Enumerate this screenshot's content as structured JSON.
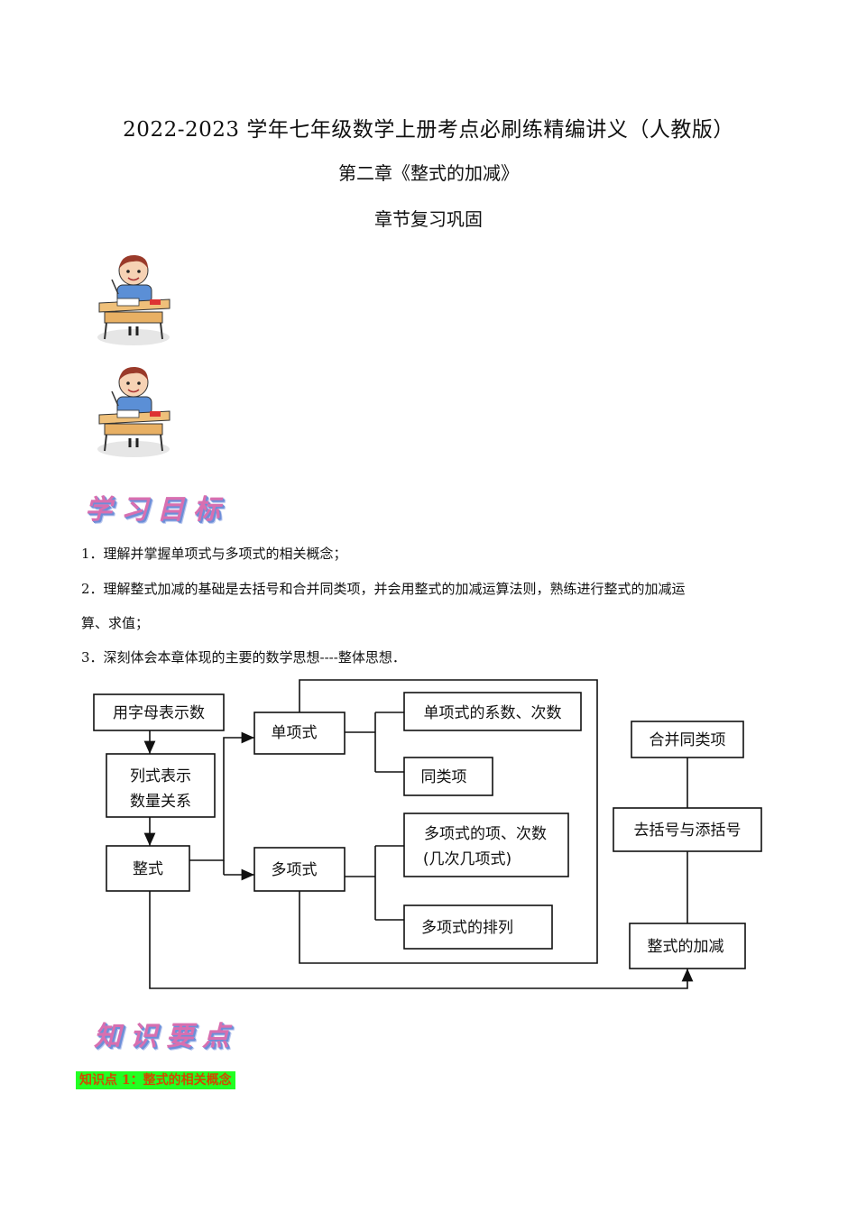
{
  "title": "2022-2023 学年七年级数学上册考点必刷练精编讲义（人教版）",
  "chapter": "第二章《整式的加减》",
  "section": "章节复习巩固",
  "heading_goals": "学习目标",
  "heading_knowledge": "知识要点",
  "objectives": [
    "1．理解并掌握单项式与多项式的相关概念；",
    "2．理解整式加减的基础是去括号和合并同类项，并会用整式的加减运算法则，熟练进行整式的加减运",
    "算、求值；",
    "3．深刻体会本章体现的主要的数学思想----整体思想．"
  ],
  "diagram": {
    "use_letters": "用字母表示数",
    "list_line1": "列式表示",
    "list_line2": "数量关系",
    "polynomial_expr": "整式",
    "monomial": "单项式",
    "polynomial": "多项式",
    "mono_coef": "单项式的系数、次数",
    "like_terms": "同类项",
    "poly_terms_line1": "多项式的项、次数",
    "poly_terms_line2": "(几次几项式)",
    "poly_order": "多项式的排列",
    "combine": "合并同类项",
    "brackets": "去括号与添括号",
    "add_sub": "整式的加减"
  },
  "knowledge_point_label": "知识点 1：整式的相关概念"
}
